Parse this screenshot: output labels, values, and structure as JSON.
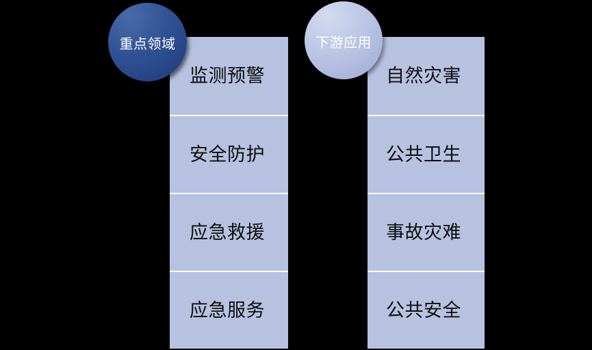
{
  "background_color": "#000000",
  "diagram": {
    "type": "two-column-category-stack",
    "columns": [
      {
        "id": "key-areas",
        "header": {
          "label": "重点领域",
          "shape": "circle",
          "fill_color": "#2f5193",
          "text_color": "#ffffff"
        },
        "cell_color": "#b6c2e0",
        "cell_text_color": "#0d0d0d",
        "separator_color": "#ffffff",
        "items": [
          {
            "label": "监测预警"
          },
          {
            "label": "安全防护"
          },
          {
            "label": "应急救援"
          },
          {
            "label": "应急服务"
          }
        ]
      },
      {
        "id": "downstream-applications",
        "header": {
          "label": "下游应用",
          "shape": "circle",
          "fill_color": "#b9c3e3",
          "text_color": "#ffffff"
        },
        "cell_color": "#b6c2e0",
        "cell_text_color": "#0d0d0d",
        "separator_color": "#ffffff",
        "items": [
          {
            "label": "自然灾害"
          },
          {
            "label": "公共卫生"
          },
          {
            "label": "事故灾难"
          },
          {
            "label": "公共安全"
          }
        ]
      }
    ]
  }
}
